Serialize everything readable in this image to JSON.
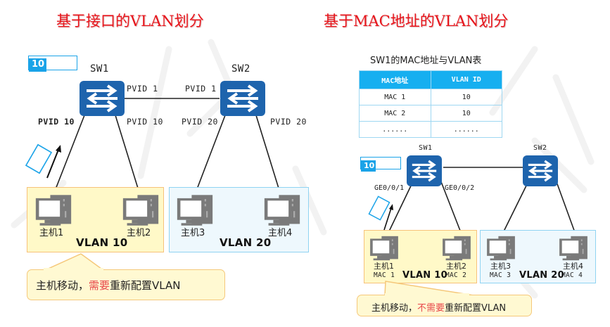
{
  "left": {
    "title": "基于接口的VLAN划分",
    "frame_tag": "10",
    "switches": [
      {
        "name": "SW1"
      },
      {
        "name": "SW2"
      }
    ],
    "port_labels": {
      "sw1_uplink": "PVID 1",
      "sw2_uplink": "PVID 1",
      "sw1_left": "PVID 10",
      "sw1_right": "PVID 10",
      "sw2_left": "PVID 20",
      "sw2_right": "PVID 20"
    },
    "hosts": [
      {
        "name": "主机1"
      },
      {
        "name": "主机2"
      },
      {
        "name": "主机3"
      },
      {
        "name": "主机4"
      }
    ],
    "vlans": [
      {
        "label": "VLAN 10"
      },
      {
        "label": "VLAN 20"
      }
    ],
    "callout": {
      "prefix": "主机移动，",
      "highlight": "需要",
      "suffix": "重新配置VLAN"
    }
  },
  "right": {
    "title": "基于MAC地址的VLAN划分",
    "table": {
      "caption": "SW1的MAC地址与VLAN表",
      "headers": [
        "MAC地址",
        "VLAN ID"
      ],
      "rows": [
        [
          "MAC 1",
          "10"
        ],
        [
          "MAC 2",
          "10"
        ],
        [
          "......",
          "......"
        ]
      ]
    },
    "frame_tag": "10",
    "switches": [
      {
        "name": "SW1"
      },
      {
        "name": "SW2"
      }
    ],
    "port_labels": {
      "sw1_left": "GE0/0/1",
      "sw1_right": "GE0/0/2"
    },
    "hosts": [
      {
        "name": "主机1",
        "mac": "MAC 1"
      },
      {
        "name": "主机2",
        "mac": "MAC 2"
      },
      {
        "name": "主机3",
        "mac": "MAC 3"
      },
      {
        "name": "主机4",
        "mac": "MAC 4"
      }
    ],
    "vlans": [
      {
        "label": "VLAN 10"
      },
      {
        "label": "VLAN 20"
      }
    ],
    "callout": {
      "prefix": "主机移动，",
      "highlight": "不需要",
      "suffix": "重新配置VLAN"
    }
  },
  "colors": {
    "title_red": "#e8141b",
    "switch_blue": "#1e64ad",
    "tag_blue": "#1aa3e8",
    "vlan10_fill": "#fff9c8",
    "vlan10_border": "#f7c27a",
    "vlan20_fill": "#eef8fd",
    "vlan20_border": "#8fd3f2",
    "highlight_red": "#e8474a"
  }
}
